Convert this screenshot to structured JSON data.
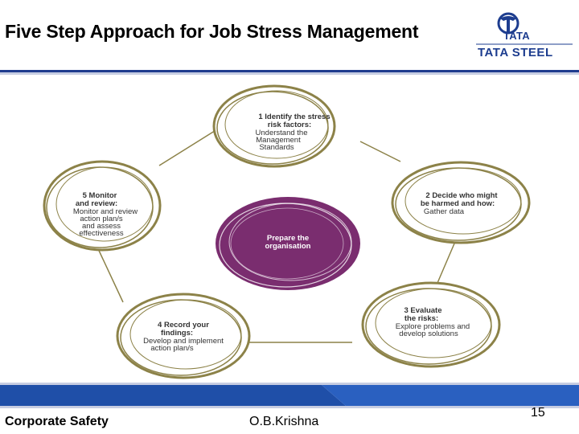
{
  "slide": {
    "title": "Five Step Approach for Job Stress Management",
    "page_number": "15"
  },
  "logo": {
    "word_small": "TATA",
    "word_main": "TATA STEEL",
    "brand_color": "#1d3d8f"
  },
  "footer": {
    "left": "Corporate Safety",
    "presenter": "O.B.Krishna"
  },
  "colors": {
    "ring": "#8c8248",
    "center": "#7a2d6f",
    "rule": "#1f3c8f",
    "footer_band": "#1f4fa8"
  },
  "diagram": {
    "center_lines": [
      "Prepare the",
      "organisation"
    ],
    "steps": [
      {
        "bold_lines": [
          "1  Identify the stress",
          "risk factors:"
        ],
        "normal_lines": [
          "Understand the",
          "Management",
          "Standards"
        ]
      },
      {
        "bold_lines": [
          "2  Decide who might",
          "be harmed and how:"
        ],
        "normal_lines": [
          "Gather data"
        ]
      },
      {
        "bold_lines": [
          "3  Evaluate",
          "the risks:"
        ],
        "normal_lines": [
          "Explore problems and",
          "develop solutions"
        ]
      },
      {
        "bold_lines": [
          "4  Record your",
          "findings:"
        ],
        "normal_lines": [
          "Develop and implement",
          "action plan/s"
        ]
      },
      {
        "bold_lines": [
          "5  Monitor",
          "and review:"
        ],
        "normal_lines": [
          "Monitor and review",
          "action plan/s",
          "and assess",
          "effectiveness"
        ]
      }
    ]
  }
}
